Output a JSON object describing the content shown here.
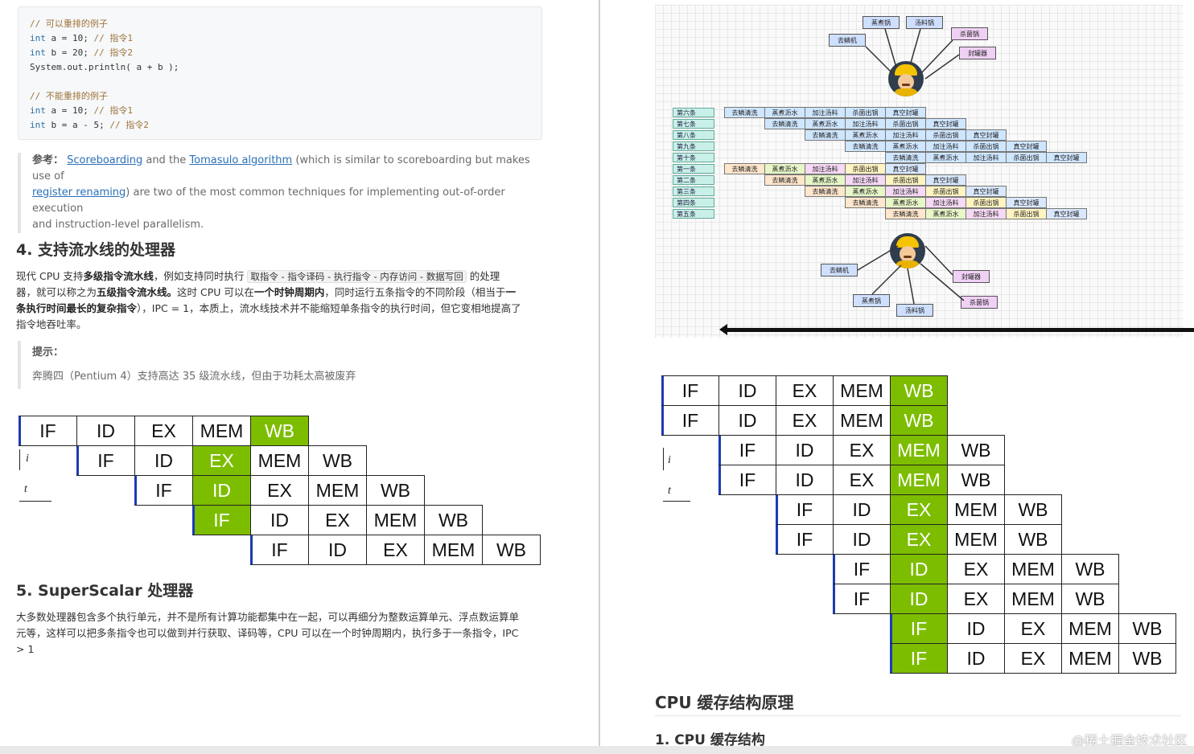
{
  "code": {
    "lines": [
      {
        "parts": [
          {
            "t": "// 可以重排的例子",
            "c": "comment"
          }
        ]
      },
      {
        "parts": [
          {
            "t": "int",
            "c": "kw"
          },
          {
            "t": " a = 10; ",
            "c": "plain"
          },
          {
            "t": "// 指令1",
            "c": "comment"
          }
        ]
      },
      {
        "parts": [
          {
            "t": "int",
            "c": "kw"
          },
          {
            "t": " b = 20; ",
            "c": "plain"
          },
          {
            "t": "// 指令2",
            "c": "comment"
          }
        ]
      },
      {
        "parts": [
          {
            "t": "System.out.println( a + b );",
            "c": "plain"
          }
        ]
      },
      {
        "parts": [
          {
            "t": "",
            "c": "plain"
          }
        ]
      },
      {
        "parts": [
          {
            "t": "// 不能重排的例子",
            "c": "comment"
          }
        ]
      },
      {
        "parts": [
          {
            "t": "int",
            "c": "kw"
          },
          {
            "t": " a = 10; ",
            "c": "plain"
          },
          {
            "t": "// 指令1",
            "c": "comment"
          }
        ]
      },
      {
        "parts": [
          {
            "t": "int",
            "c": "kw"
          },
          {
            "t": " b = a - 5; ",
            "c": "plain"
          },
          {
            "t": "// 指令2",
            "c": "comment"
          }
        ]
      }
    ]
  },
  "reference": {
    "label": "参考：",
    "link1": "Scoreboarding",
    "text1": " and the ",
    "link2": "Tomasulo algorithm",
    "text2": " (which is similar to scoreboarding but makes use of",
    "link3": "register renaming",
    "text3": ") are two of the most common techniques for implementing out-of-order execution",
    "text4": "and instruction-level parallelism."
  },
  "section4": {
    "title": "4. 支持流水线的处理器",
    "p1": "现代 CPU 支持",
    "p1_bold": "多级指令流水线",
    "p1_b": "，例如支持同时执行",
    "p1_code": "取指令 - 指令译码 - 执行指令 - 内存访问 - 数据写回",
    "p1_c": "的处理",
    "p2": "器，就可以称之为",
    "p2_bold": "五级指令流水线。",
    "p2_b": "这时 CPU 可以在",
    "p2_bold2": "一个时钟周期内",
    "p2_c": "，同时运行五条指令的不同阶段（相当于",
    "p2_bold3": "一",
    "p3_bold": "条执行时间最长的复杂指令",
    "p3": "），IPC = 1，本质上，流水线技术并不能缩短单条指令的执行时间，但它变相地提高了",
    "p4": "指令地吞吐率。",
    "tip_label": "提示：",
    "tip_text": "奔腾四（Pentium 4）支持高达 35 级流水线，但由于功耗太高被废弃"
  },
  "section5": {
    "title": "5. SuperScalar 处理器",
    "p1": "大多数处理器包含多个执行单元，并不是所有计算功能都集中在一起，可以再细分为整数运算单元、浮点数运算单",
    "p2": "元等，这样可以把多条指令也可以做到并行获取、译码等，CPU 可以在一个时钟周期内，执行多于一条指令，IPC",
    "p3": "> 1"
  },
  "pipeline_left": {
    "axis_i": "i",
    "axis_t": "t",
    "rows": [
      {
        "offset": 0,
        "stages": [
          "IF",
          "ID",
          "EX",
          "MEM",
          "WB"
        ],
        "hl": 4
      },
      {
        "offset": 1,
        "stages": [
          "IF",
          "ID",
          "EX",
          "MEM",
          "WB"
        ],
        "hl": 2
      },
      {
        "offset": 2,
        "stages": [
          "IF",
          "ID",
          "EX",
          "MEM",
          "WB"
        ],
        "hl": 1
      },
      {
        "offset": 3,
        "stages": [
          "IF",
          "ID",
          "EX",
          "MEM",
          "WB"
        ],
        "hl": 0
      },
      {
        "offset": 4,
        "stages": [
          "IF",
          "ID",
          "EX",
          "MEM",
          "WB"
        ],
        "hl": -1
      }
    ]
  },
  "pipeline_right": {
    "axis_i": "i",
    "axis_t": "t",
    "rows": [
      {
        "offset": 0,
        "stages": [
          "IF",
          "ID",
          "EX",
          "MEM",
          "WB"
        ],
        "hl": 4
      },
      {
        "offset": 0,
        "stages": [
          "IF",
          "ID",
          "EX",
          "MEM",
          "WB"
        ],
        "hl": 4
      },
      {
        "offset": 1,
        "stages": [
          "IF",
          "ID",
          "EX",
          "MEM",
          "WB"
        ],
        "hl": 3
      },
      {
        "offset": 1,
        "stages": [
          "IF",
          "ID",
          "EX",
          "MEM",
          "WB"
        ],
        "hl": 3
      },
      {
        "offset": 2,
        "stages": [
          "IF",
          "ID",
          "EX",
          "MEM",
          "WB"
        ],
        "hl": 2
      },
      {
        "offset": 2,
        "stages": [
          "IF",
          "ID",
          "EX",
          "MEM",
          "WB"
        ],
        "hl": 2
      },
      {
        "offset": 3,
        "stages": [
          "IF",
          "ID",
          "EX",
          "MEM",
          "WB"
        ],
        "hl": 1
      },
      {
        "offset": 3,
        "stages": [
          "IF",
          "ID",
          "EX",
          "MEM",
          "WB"
        ],
        "hl": 1
      },
      {
        "offset": 4,
        "stages": [
          "IF",
          "ID",
          "EX",
          "MEM",
          "WB"
        ],
        "hl": 0
      },
      {
        "offset": 4,
        "stages": [
          "IF",
          "ID",
          "EX",
          "MEM",
          "WB"
        ],
        "hl": 0
      }
    ]
  },
  "diagram": {
    "top_boxes": [
      {
        "label": "蒸煮锅",
        "color": "#cfe0ff"
      },
      {
        "label": "汤料锅",
        "color": "#cfe0ff"
      },
      {
        "label": "去鳞机",
        "color": "#cfe0ff"
      },
      {
        "label": "杀菌锅",
        "color": "#f0d0f5"
      },
      {
        "label": "封罐器",
        "color": "#f0d0f5"
      }
    ],
    "bottom_boxes": [
      {
        "label": "去鳞机",
        "color": "#cfe0ff"
      },
      {
        "label": "封罐器",
        "color": "#f0d0f5"
      },
      {
        "label": "蒸煮锅",
        "color": "#cfe0ff"
      },
      {
        "label": "汤料锅",
        "color": "#cfe0ff"
      },
      {
        "label": "杀菌锅",
        "color": "#f0d0f5"
      }
    ],
    "tags": [
      "第六条",
      "第七条",
      "第八条",
      "第九条",
      "第十条",
      "第一条",
      "第二条",
      "第三条",
      "第四条",
      "第五条"
    ],
    "steps": [
      "去鳞清洗",
      "蒸煮沥水",
      "加注汤料",
      "杀菌出锅",
      "真空封罐"
    ],
    "step_colors_a": [
      "#cfe6ff",
      "#cfe6ff",
      "#cfe6ff",
      "#cfe6ff",
      "#cfe6ff"
    ],
    "step_colors_b": [
      "#ffe6cc",
      "#e7f7c8",
      "#f6d9f5",
      "#fff4c2",
      "#d9e8ff"
    ]
  },
  "section_cache": {
    "title": "CPU 缓存结构原理",
    "sub": "1. CPU 缓存结构"
  },
  "watermark": "@稀土掘金技术社区"
}
